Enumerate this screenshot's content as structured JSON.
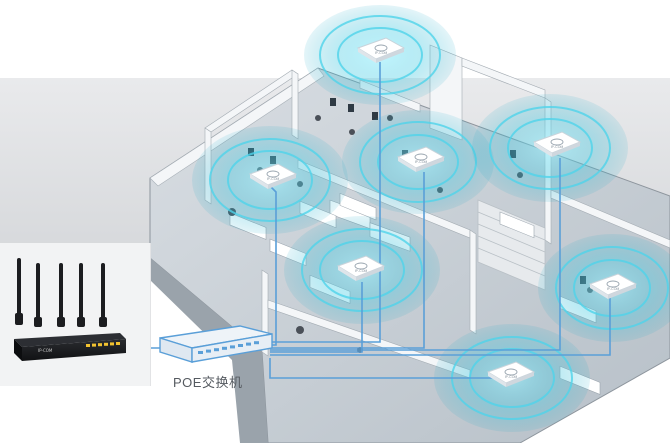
{
  "labels": {
    "poe_switch": "POE交换机",
    "ap_brand": "IP-COM",
    "router_brand": "IP-COM"
  },
  "colors": {
    "coverage": "#39c6e0",
    "coverage_ring": "#4fd3ea",
    "cable": "#5a9fd8",
    "floor": "#c8cfd6",
    "wall_top": "#f4f6f8",
    "wall_side": "#9ba4ad",
    "router_body": "#1c1d20",
    "router_leds": "#f2c230",
    "switch_body": "#eef3f8"
  },
  "icons": {
    "access_point": "ceiling-ap-icon",
    "router": "wireless-router-icon",
    "switch": "poe-switch-icon"
  },
  "access_points": [
    {
      "id": "ap-top-center"
    },
    {
      "id": "ap-left"
    },
    {
      "id": "ap-center"
    },
    {
      "id": "ap-right-top"
    },
    {
      "id": "ap-lower-center"
    },
    {
      "id": "ap-right-bottom"
    },
    {
      "id": "ap-bottom"
    }
  ]
}
